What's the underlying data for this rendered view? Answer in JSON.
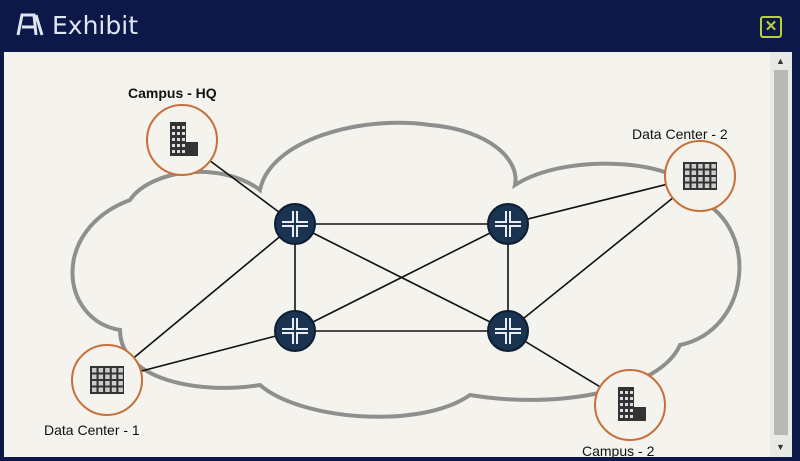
{
  "window": {
    "title": "Exhibit",
    "icon": "exhibit-icon",
    "close_icon": "close-icon"
  },
  "diagram": {
    "sites": [
      {
        "id": "hq",
        "label": "Campus - HQ",
        "type": "campus"
      },
      {
        "id": "dc2",
        "label": "Data Center - 2",
        "type": "datacenter"
      },
      {
        "id": "dc1",
        "label": "Data Center - 1",
        "type": "datacenter"
      },
      {
        "id": "c2",
        "label": "Campus - 2",
        "type": "campus"
      }
    ],
    "routers": [
      "r1",
      "r2",
      "r3",
      "r4"
    ],
    "links": [
      [
        "hq",
        "r1"
      ],
      [
        "dc2",
        "r2"
      ],
      [
        "dc2",
        "r4"
      ],
      [
        "dc1",
        "r1"
      ],
      [
        "dc1",
        "r3"
      ],
      [
        "c2",
        "r4"
      ],
      [
        "r1",
        "r2"
      ],
      [
        "r1",
        "r3"
      ],
      [
        "r1",
        "r4"
      ],
      [
        "r2",
        "r3"
      ],
      [
        "r2",
        "r4"
      ],
      [
        "r3",
        "r4"
      ]
    ],
    "colors": {
      "router": "#1a3350",
      "site_ring": "#c8703a",
      "cloud": "#8f8f8f"
    }
  }
}
